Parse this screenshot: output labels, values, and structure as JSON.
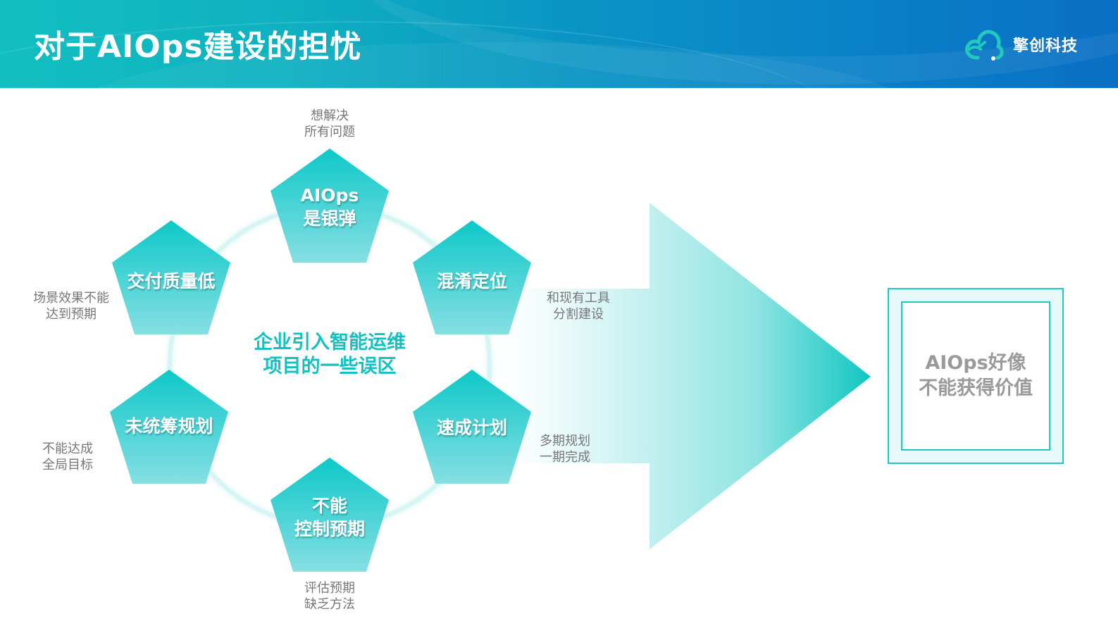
{
  "header": {
    "title": "对于AIOps建设的担忧",
    "logo_text": "擎创科技",
    "logo_icon": "cloud-logo-icon"
  },
  "diagram": {
    "center": {
      "line1": "企业引入智能运维",
      "line2": "项目的一些误区"
    },
    "items": [
      {
        "position": "top",
        "label_lines": [
          "AIOps",
          "是银弹"
        ],
        "note_lines": [
          "想解决",
          "所有问题"
        ]
      },
      {
        "position": "upper-right",
        "label_lines": [
          "混淆定位"
        ],
        "note_lines": [
          "和现有工具",
          "分割建设"
        ]
      },
      {
        "position": "lower-right",
        "label_lines": [
          "速成计划"
        ],
        "note_lines": [
          "多期规划",
          "一期完成"
        ]
      },
      {
        "position": "bottom",
        "label_lines": [
          "不能",
          "控制预期"
        ],
        "note_lines": [
          "评估预期",
          "缺乏方法"
        ]
      },
      {
        "position": "lower-left",
        "label_lines": [
          "未统筹规划"
        ],
        "note_lines": [
          "不能达成",
          "全局目标"
        ]
      },
      {
        "position": "upper-left",
        "label_lines": [
          "交付质量低"
        ],
        "note_lines": [
          "场景效果不能",
          "达到预期"
        ]
      }
    ],
    "result": {
      "line1": "AIOps好像",
      "line2": "不能获得价值"
    },
    "colors": {
      "accent": "#13c1c1",
      "pentagon_top": "#0ec8c8",
      "pentagon_bottom": "#86dfe3",
      "note_text": "#777777",
      "result_text": "#9a9a9a"
    }
  }
}
